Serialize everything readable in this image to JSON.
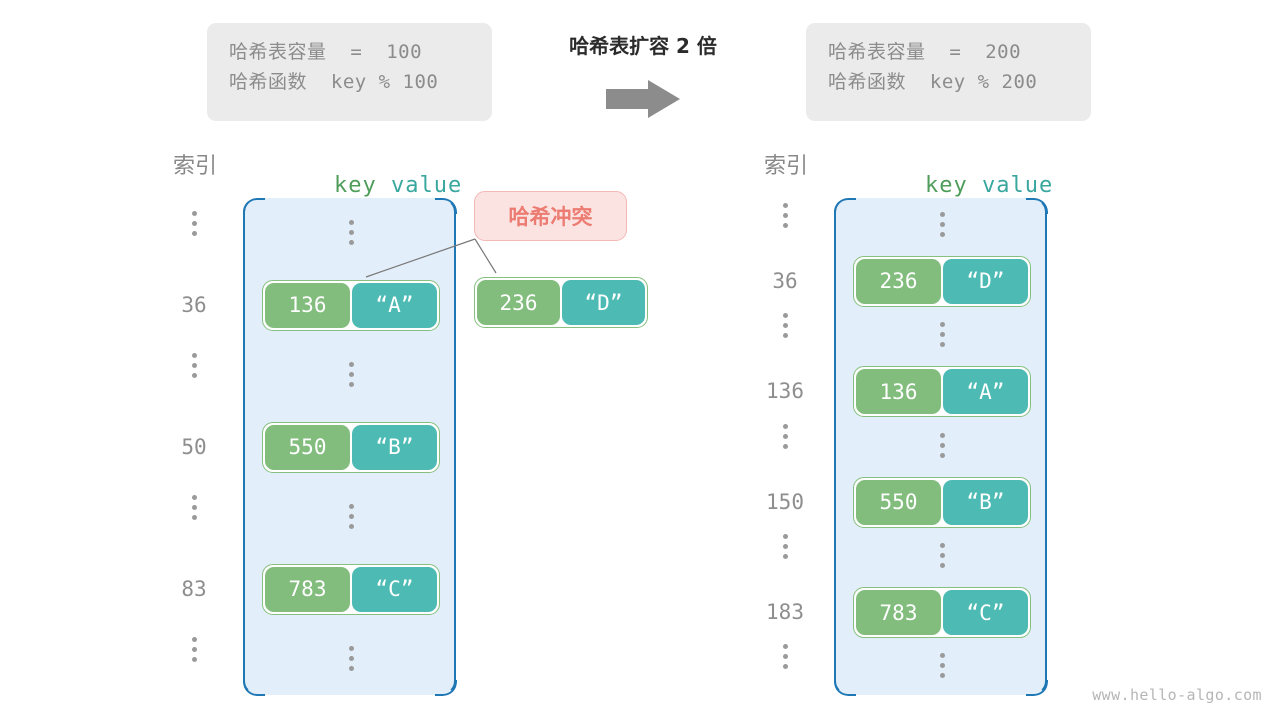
{
  "header": {
    "left_box": {
      "capacity_label": "哈希表容量",
      "capacity_text": "哈希表容量  =  100",
      "function_text": "哈希函数  key % 100"
    },
    "right_box": {
      "capacity_text": "哈希表容量  =  200",
      "function_text": "哈希函数  key % 200"
    },
    "expand_caption": "哈希表扩容 2 倍",
    "arrow_icon": "right-arrow-icon"
  },
  "tables": {
    "left": {
      "index_header": "索引",
      "key_header": "key",
      "value_header": "value",
      "rows": [
        {
          "index": "⋮",
          "is_dots": true,
          "key": "",
          "value": ""
        },
        {
          "index": "36",
          "is_dots": false,
          "key": "136",
          "value": "“A”"
        },
        {
          "index": "⋮",
          "is_dots": true,
          "key": "",
          "value": ""
        },
        {
          "index": "50",
          "is_dots": false,
          "key": "550",
          "value": "“B”"
        },
        {
          "index": "⋮",
          "is_dots": true,
          "key": "",
          "value": ""
        },
        {
          "index": "83",
          "is_dots": false,
          "key": "783",
          "value": "“C”"
        },
        {
          "index": "⋮",
          "is_dots": true,
          "key": "",
          "value": ""
        }
      ]
    },
    "right": {
      "index_header": "索引",
      "key_header": "key",
      "value_header": "value",
      "rows": [
        {
          "index": "⋮",
          "is_dots": true,
          "key": "",
          "value": ""
        },
        {
          "index": "36",
          "is_dots": false,
          "key": "236",
          "value": "“D”"
        },
        {
          "index": "⋮",
          "is_dots": true,
          "key": "",
          "value": ""
        },
        {
          "index": "136",
          "is_dots": false,
          "key": "136",
          "value": "“A”"
        },
        {
          "index": "⋮",
          "is_dots": true,
          "key": "",
          "value": ""
        },
        {
          "index": "150",
          "is_dots": false,
          "key": "550",
          "value": "“B”"
        },
        {
          "index": "⋮",
          "is_dots": true,
          "key": "",
          "value": ""
        },
        {
          "index": "183",
          "is_dots": false,
          "key": "783",
          "value": "“C”"
        },
        {
          "index": "⋮",
          "is_dots": true,
          "key": "",
          "value": ""
        }
      ]
    }
  },
  "collision": {
    "badge_label": "哈希冲突",
    "entry": {
      "key": "236",
      "value": "“D”"
    }
  },
  "watermark": "www.hello-algo.com",
  "colors": {
    "bucket_fill": "#e2eef9",
    "bucket_border": "#1f77b4",
    "key_cell": "#82bd7e",
    "value_cell": "#4dbbb4",
    "entry_border": "#86bf7e",
    "badge_fill": "#fbe3e2",
    "badge_border": "#f3b9b6",
    "badge_text": "#ec7b72",
    "info_box_fill": "#ebebeb",
    "index_text": "#8e8e8e",
    "key_header_text": "#4f9d5b",
    "value_header_text": "#3aa79f",
    "arrow": "#8c8c8c"
  }
}
